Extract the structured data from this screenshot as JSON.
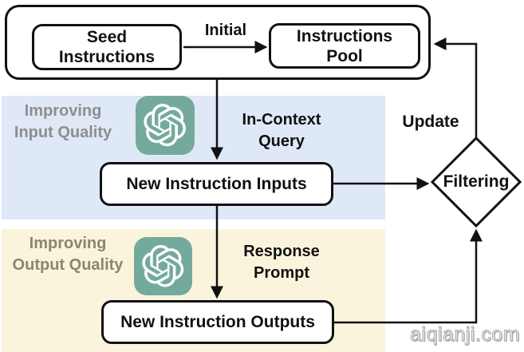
{
  "top_container": {
    "seed_box_lines": [
      "Seed",
      "Instructions"
    ],
    "pool_box_lines": [
      "Instructions",
      "Pool"
    ],
    "initial_label": "Initial"
  },
  "input_section": {
    "title_lines": [
      "Improving",
      "Input Quality"
    ],
    "query_label_lines": [
      "In-Context",
      "Query"
    ],
    "inputs_box_label": "New Instruction Inputs"
  },
  "output_section": {
    "title_lines": [
      "Improving",
      "Output Quality"
    ],
    "response_label_lines": [
      "Response",
      "Prompt"
    ],
    "outputs_box_label": "New Instruction Outputs"
  },
  "right_flow": {
    "update_label": "Update",
    "filtering_label": "Filtering"
  },
  "icons": {
    "model_icon": "openai-logo"
  },
  "colors": {
    "input_band_bg": "#dfe8f7",
    "output_band_bg": "#fbf4dd",
    "logo_green": "#74aa9c",
    "input_title_text": "#8e8e8e",
    "output_title_text": "#8b8670",
    "stroke": "#111111"
  },
  "watermark": "aiqianji.com"
}
